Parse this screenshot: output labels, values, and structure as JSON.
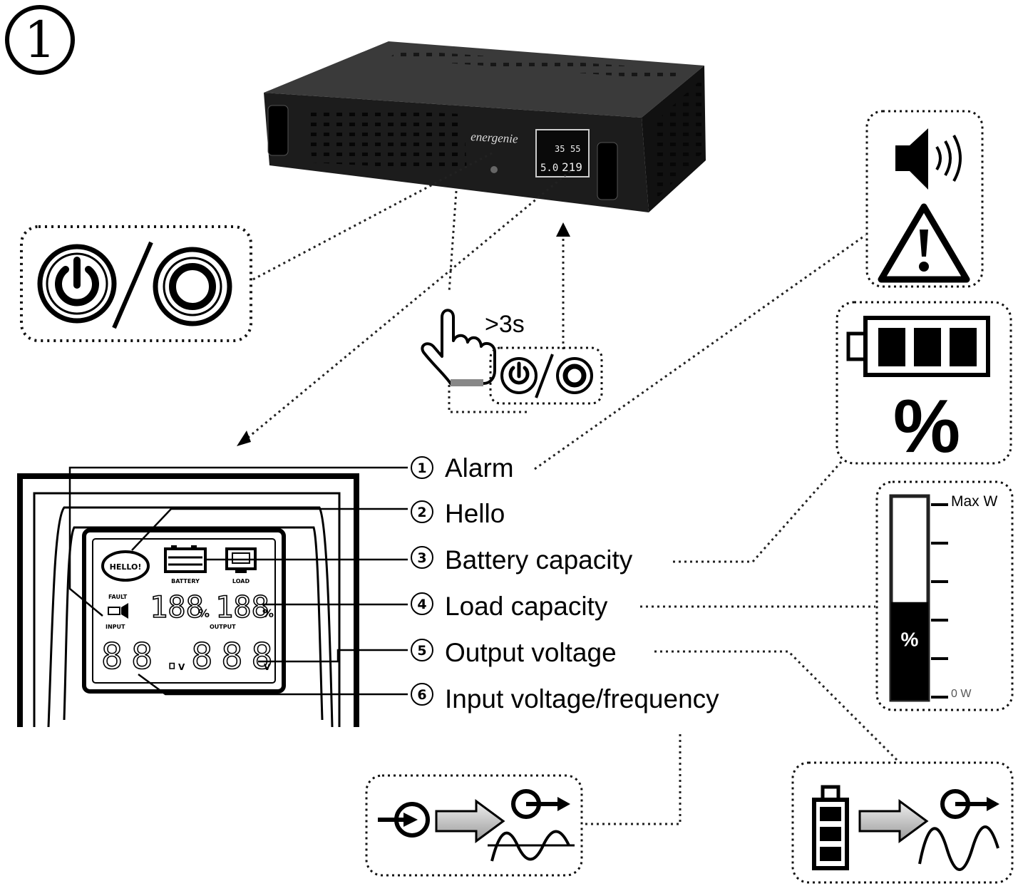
{
  "step_number": "1",
  "brand": "energenie",
  "lcd_readout": {
    "battery": "35",
    "load": "55",
    "input": "5.0",
    "output": "219"
  },
  "hold_time": ">3s",
  "indicators": [
    {
      "num": "1",
      "label": "Alarm"
    },
    {
      "num": "2",
      "label": "Hello"
    },
    {
      "num": "3",
      "label": "Battery capacity"
    },
    {
      "num": "4",
      "label": "Load capacity"
    },
    {
      "num": "5",
      "label": "Output voltage"
    },
    {
      "num": "6",
      "label": "Input voltage/frequency"
    }
  ],
  "lcd_panel": {
    "hello": "HELLO!",
    "battery": "BATTERY",
    "load": "LOAD",
    "fault": "FAULT",
    "input": "INPUT",
    "output": "OUTPUT",
    "digits_small": "188",
    "digits_large": "88.888",
    "percent": "%",
    "volt_unit": "V"
  },
  "load_meter": {
    "max_label": "Max W",
    "min_label": "0 W",
    "fill_fraction": 0.48,
    "fill_label": "%"
  },
  "battery_symbol_percent": "%",
  "icons": [
    "power-icon",
    "power-off-icon",
    "hand-pointer-icon",
    "speaker-icon",
    "warning-icon",
    "battery-icon",
    "input-plug-icon",
    "output-plug-icon",
    "sine-wave-icon",
    "arrow-right-icon"
  ]
}
